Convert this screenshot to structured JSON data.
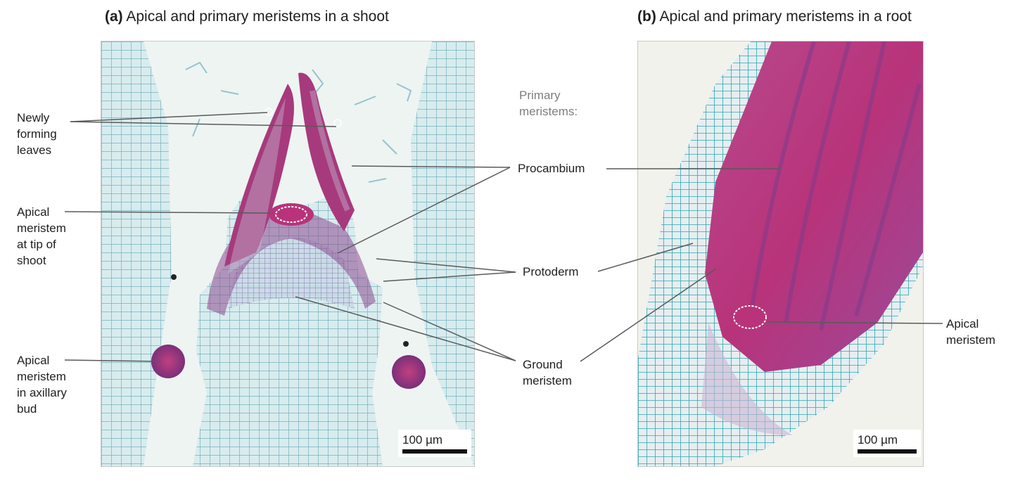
{
  "panel_a": {
    "letter": "(a)",
    "title": "Apical and primary meristems in a shoot",
    "scale_bar": "100 µm"
  },
  "panel_b": {
    "letter": "(b)",
    "title": "Apical and primary meristems in a root",
    "scale_bar": "100 µm"
  },
  "labels": {
    "newly_forming_leaves": [
      "Newly",
      "forming",
      "leaves"
    ],
    "apical_meristem_shoot_tip": [
      "Apical",
      "meristem",
      "at tip of",
      "shoot"
    ],
    "apical_meristem_axillary": [
      "Apical",
      "meristem",
      "in axillary",
      "bud"
    ],
    "primary_meristems": [
      "Primary",
      "meristems:"
    ],
    "procambium": "Procambium",
    "protoderm": "Protoderm",
    "ground_meristem": [
      "Ground",
      "meristem"
    ],
    "apical_meristem_root": [
      "Apical",
      "meristem"
    ]
  },
  "colors": {
    "stain_blue": "#7fb9c4",
    "stain_teal": "#2fa6b2",
    "stain_magenta": "#b8337a",
    "stain_purple": "#8d3f86",
    "background_pale": "#eef4f2",
    "leader_line": "#5a5a5a"
  }
}
